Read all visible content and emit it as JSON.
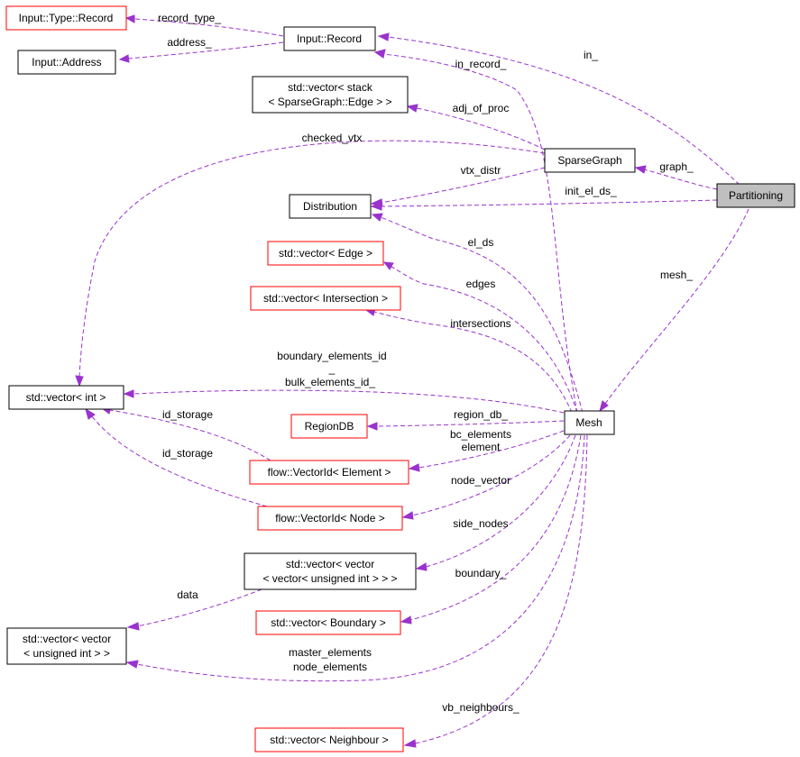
{
  "nodes": {
    "partitioning": "Partitioning",
    "input_type_record": "Input::Type::Record",
    "input_record": "Input::Record",
    "input_address": "Input::Address",
    "vector_stack_edge": [
      "std::vector< stack",
      "< SparseGraph::Edge > >"
    ],
    "sparse_graph": "SparseGraph",
    "distribution": "Distribution",
    "vector_edge": "std::vector< Edge >",
    "vector_intersection": "std::vector< Intersection >",
    "vector_int": "std::vector< int >",
    "region_db": "RegionDB",
    "mesh": "Mesh",
    "vectorid_element": "flow::VectorId< Element >",
    "vectorid_node": "flow::VectorId< Node >",
    "vector_vector_vector": [
      "std::vector< vector",
      "< vector< unsigned int > > >"
    ],
    "vector_boundary": "std::vector< Boundary >",
    "vector_vector_uint": [
      "std::vector< vector",
      "< unsigned int > >"
    ],
    "vector_neighbour": "std::vector< Neighbour >"
  },
  "edge_labels": {
    "record_type": "record_type_",
    "address": "address_",
    "in": "in_",
    "in_record": "in_record_",
    "adj_of_proc": "adj_of_proc",
    "checked_vtx": "checked_vtx",
    "vtx_distr": "vtx_distr",
    "graph": "graph_",
    "init_el_ds": "init_el_ds_",
    "el_ds": "el_ds",
    "mesh": "mesh_",
    "edges": "edges",
    "intersections": "intersections",
    "boundary_elements_id": [
      "boundary_elements_id",
      "_"
    ],
    "bulk_elements_id": "bulk_elements_id_",
    "id_storage_1": "id_storage",
    "region_db": "region_db_",
    "bc_elements": [
      "bc_elements",
      "element"
    ],
    "id_storage_2": "id_storage",
    "node_vector": "node_vector",
    "side_nodes": "side_nodes",
    "data": "data",
    "boundary": "boundary_",
    "master_elements": [
      "master_elements",
      "node_elements"
    ],
    "vb_neighbours": "vb_neighbours_"
  },
  "colors": {
    "edge": "#9a32cd",
    "highlight_fill": "#bfbfbf",
    "red_border": "#ff0000",
    "black_border": "#000000"
  }
}
